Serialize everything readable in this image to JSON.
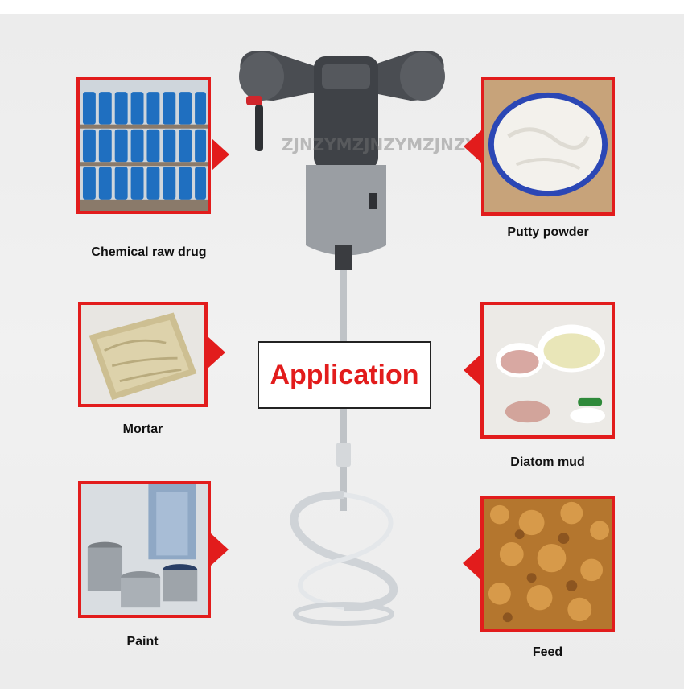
{
  "center_label": "Application",
  "watermark": "ZJNZYMZJNZYMZJNZYM",
  "accent_color": "#e21c1c",
  "applications": [
    {
      "label": "Chemical raw drug"
    },
    {
      "label": "Putty powder"
    },
    {
      "label": "Mortar"
    },
    {
      "label": "Diatom mud"
    },
    {
      "label": "Paint"
    },
    {
      "label": "Feed"
    }
  ]
}
